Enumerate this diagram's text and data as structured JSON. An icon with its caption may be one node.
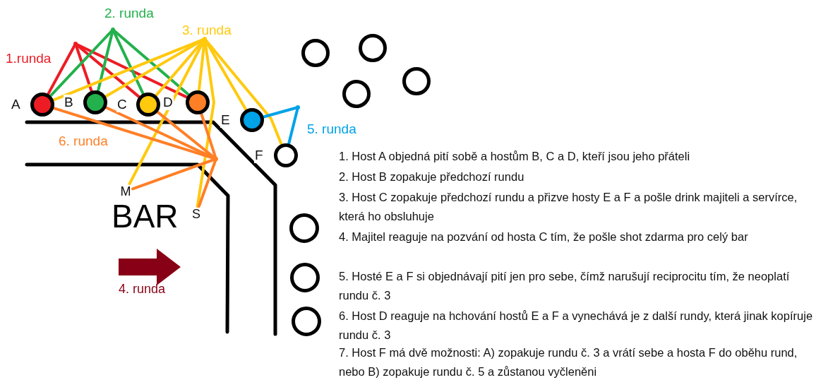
{
  "diagram": {
    "nodes": [
      {
        "text": [],
        "shape": "point",
        "beside": [
          "1.runda"
        ]
      },
      {
        "text": [],
        "shape": "point",
        "beside": [
          "2. runda"
        ]
      },
      {
        "text": [],
        "shape": "point",
        "beside": [
          "3. runda"
        ]
      },
      {
        "text": [
          "A"
        ]
      },
      {
        "text": [
          "B"
        ]
      },
      {
        "text": [
          "C"
        ]
      },
      {
        "text": [
          "D"
        ]
      },
      {
        "text": [
          "E"
        ]
      },
      {
        "text": [
          "F"
        ]
      },
      {
        "text": [],
        "shape": "point"
      },
      {
        "text": [],
        "shape": "point",
        "beside": [
          "5. runda"
        ]
      },
      {
        "text": [
          "M"
        ]
      },
      {
        "text": [
          "S"
        ]
      },
      {
        "text": [],
        "shape": "circle"
      },
      {
        "text": [],
        "shape": "circle"
      },
      {
        "text": [],
        "shape": "circle"
      },
      {
        "text": [],
        "shape": "circle"
      },
      {
        "text": [],
        "shape": "circle"
      },
      {
        "text": [],
        "shape": "circle"
      },
      {
        "text": [],
        "shape": "circle"
      }
    ],
    "edges": [
      {
        "from": 0,
        "to": 3,
        "arrow": "none",
        "color": "#ed1c24"
      },
      {
        "from": 0,
        "to": 4,
        "arrow": "none",
        "color": "#ed1c24"
      },
      {
        "from": 0,
        "to": 5,
        "arrow": "none",
        "color": "#ed1c24"
      },
      {
        "from": 0,
        "to": 6,
        "arrow": "none",
        "color": "#ed1c24"
      },
      {
        "from": 1,
        "to": 3,
        "arrow": "none",
        "color": "#22b14c"
      },
      {
        "from": 1,
        "to": 4,
        "arrow": "none",
        "color": "#22b14c"
      },
      {
        "from": 1,
        "to": 5,
        "arrow": "none",
        "color": "#22b14c"
      },
      {
        "from": 1,
        "to": 6,
        "arrow": "none",
        "color": "#22b14c"
      },
      {
        "from": 2,
        "to": 3,
        "arrow": "none"
      },
      {
        "from": 2,
        "to": 4,
        "arrow": "none"
      },
      {
        "from": 2,
        "to": 5,
        "arrow": "none"
      },
      {
        "from": 2,
        "to": 6,
        "arrow": "none"
      },
      {
        "from": 2,
        "to": 11,
        "arrow": "none"
      },
      {
        "from": 2,
        "to": 12,
        "arrow": "none"
      },
      {
        "from": 2,
        "to": 7,
        "arrow": "none"
      },
      {
        "from": 2,
        "to": 8,
        "arrow": "none"
      },
      {
        "from": 9,
        "to": 3,
        "arrow": "none",
        "color": "#ff7f27"
      },
      {
        "from": 9,
        "to": 4,
        "arrow": "none",
        "color": "#ff7f27"
      },
      {
        "from": 9,
        "to": 5,
        "arrow": "none",
        "color": "#ff7f27"
      },
      {
        "from": 9,
        "to": 6,
        "arrow": "none",
        "color": "#ff7f27"
      },
      {
        "from": 9,
        "to": 11,
        "arrow": "none",
        "color": "#ff7f27"
      },
      {
        "from": 9,
        "to": 12,
        "arrow": "none",
        "color": "#ff7f27"
      },
      {
        "from": 10,
        "to": 7,
        "arrow": "none",
        "color": "#00a2e8"
      },
      {
        "from": 10,
        "to": 8,
        "arrow": "none",
        "color": "#00a2e8"
      }
    ],
    "labels": [
      "6. runda",
      "BAR",
      "4. runda",
      "1. Host A objedná pití sobě a hostům B, C a D, kteří jsou jeho přáteli",
      "2. Host B zopakuje předchozí rundu",
      "3. Host C zopakuje předchozí rundu a přizve hosty E a F a pošle drink majiteli a servírce, která ho obsluhuje",
      "4. Majitel reaguje na pozvání od hosta C tím, že pošle shot zdarma pro celý bar",
      "5. Hosté E a F si objednávají pití jen pro sebe, čímž narušují reciprocitu tím, že neoplatí rundu č. 3",
      "6. Host D reaguje na hchování hostů E a F a vynechává je z další rundy, která jinak kopíruje rundu č. 3",
      "7. Host F má dvě možnosti: A) zopakuje rundu č. 3 a vrátí sebe a hosta F do oběhu rund, nebo B) zopakuje rundu č. 5 a zůstanou vyčleněni"
    ]
  }
}
